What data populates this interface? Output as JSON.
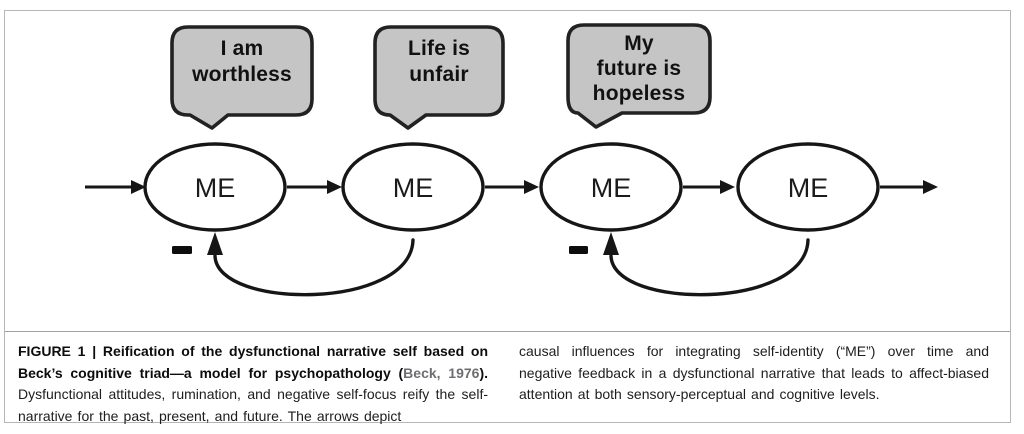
{
  "figure": {
    "diagram": {
      "bubbles": [
        {
          "lines": [
            "I am",
            "worthless"
          ]
        },
        {
          "lines": [
            "Life is",
            "unfair"
          ]
        },
        {
          "lines": [
            "My",
            "future is",
            "hopeless"
          ]
        }
      ],
      "nodes": [
        {
          "label": "ME"
        },
        {
          "label": "ME"
        },
        {
          "label": "ME"
        },
        {
          "label": "ME"
        }
      ],
      "negative_feedback_sign": "−"
    },
    "caption": {
      "left": {
        "title_text": "FIGURE 1 | Reification of the dysfunctional narrative self based on Beck’s cognitive triad—a model for psychopathology (",
        "citation": "Beck, 1976",
        "title_end": ").",
        "body": "Dysfunctional attitudes, rumination, and negative self-focus reify the self-narrative for the past, present, and future. The arrows depict"
      },
      "right": {
        "body": "causal influences for integrating self-identity (“ME”) over time and negative feedback in a dysfunctional narrative that leads to affect-biased attention at both sensory-perceptual and cognitive levels."
      }
    },
    "colors": {
      "bubble_fill": "#c5c5c5",
      "bubble_stroke": "#222222",
      "diagram_line": "#161616",
      "citation_gray": "#6d6e71",
      "frame_border": "#b6b6b6",
      "caption_divider": "#a2a2a2"
    }
  }
}
